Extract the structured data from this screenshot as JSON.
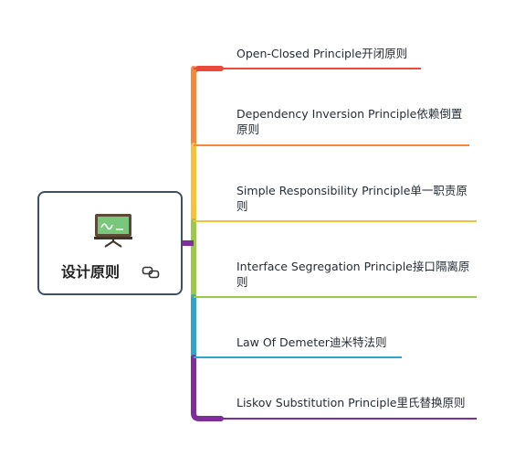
{
  "root": {
    "title": "设计原则",
    "icon": "chalkboard-icon",
    "link_icon": "link-icon",
    "border_color": "#3f4f66"
  },
  "branches": [
    {
      "label": "Open-Closed Principle开闭原则",
      "color": "#e94a3c"
    },
    {
      "label": "Dependency Inversion Principle依赖倒置原则",
      "color": "#f5883a"
    },
    {
      "label": "Simple Responsibility Principle单一职责原则",
      "color": "#f5c33b"
    },
    {
      "label": "Interface Segregation Principle接口隔离原则",
      "color": "#9cc84b"
    },
    {
      "label": "Law Of Demeter迪米特法则",
      "color": "#2fa5c9"
    },
    {
      "label": "Liskov Substitution Principle里氏替换原则",
      "color": "#7e2d9a"
    }
  ]
}
